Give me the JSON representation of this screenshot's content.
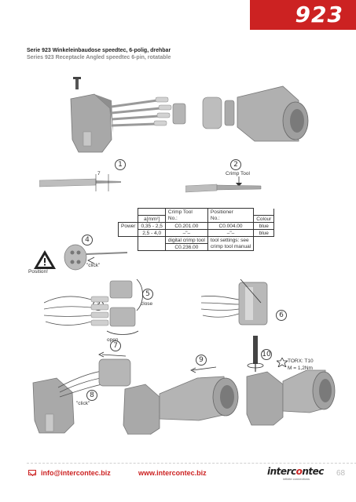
{
  "header": {
    "series_number": "923"
  },
  "title": {
    "german": "Serie 923 Winkeleinbaudose speedtec, 6-polig, drehbar",
    "english": "Series 923 Receptacle Angled speedtec 6-pin, rotatable"
  },
  "steps": {
    "s1": "1",
    "s2": "2",
    "s3": "3",
    "s4": "4",
    "s5": "5",
    "s6": "6",
    "s7": "7",
    "s8": "8",
    "s9": "9",
    "s10": "10"
  },
  "labels": {
    "strip_length": "7",
    "crimp_tool": "Crimp Tool",
    "position": "Position!",
    "click_a": "\"click\"",
    "click_b": "\"click\"",
    "close": "close",
    "open": "open",
    "torx": "TORX: T10",
    "torque": "M = 1,2Nm"
  },
  "table": {
    "h_crimp": "Crimp Tool",
    "h_positioner": "Positioner",
    "h_area": "a[mm²]",
    "h_no1": "No.:",
    "h_no2": "No.:",
    "h_colour": "Colour",
    "row_label": "Power",
    "r1_area": "0,35 - 2,5",
    "r1_crimp": "C0.201.00",
    "r1_pos": "C0.004.00",
    "r1_colour": "blue",
    "r2_area": "2,5 - 4,0",
    "r2_crimp": "–\"–",
    "r2_pos": "–\"–",
    "r2_colour": "blue",
    "r3_crimp": "digital crimp tool",
    "r3_pos": "tool settings: see",
    "r4_crimp": "C0.236.00",
    "r4_pos": "crimp tool manual"
  },
  "footer": {
    "email": "info@intercontec.biz",
    "website": "www.intercontec.biz",
    "logo_main": "interc",
    "logo_accent": "o",
    "logo_end": "ntec",
    "logo_tagline": "infinite connections",
    "page_number": "68"
  },
  "colors": {
    "accent": "#cc2222",
    "part_grey": "#b8b8b8",
    "dark_grey": "#7a7a7a"
  }
}
